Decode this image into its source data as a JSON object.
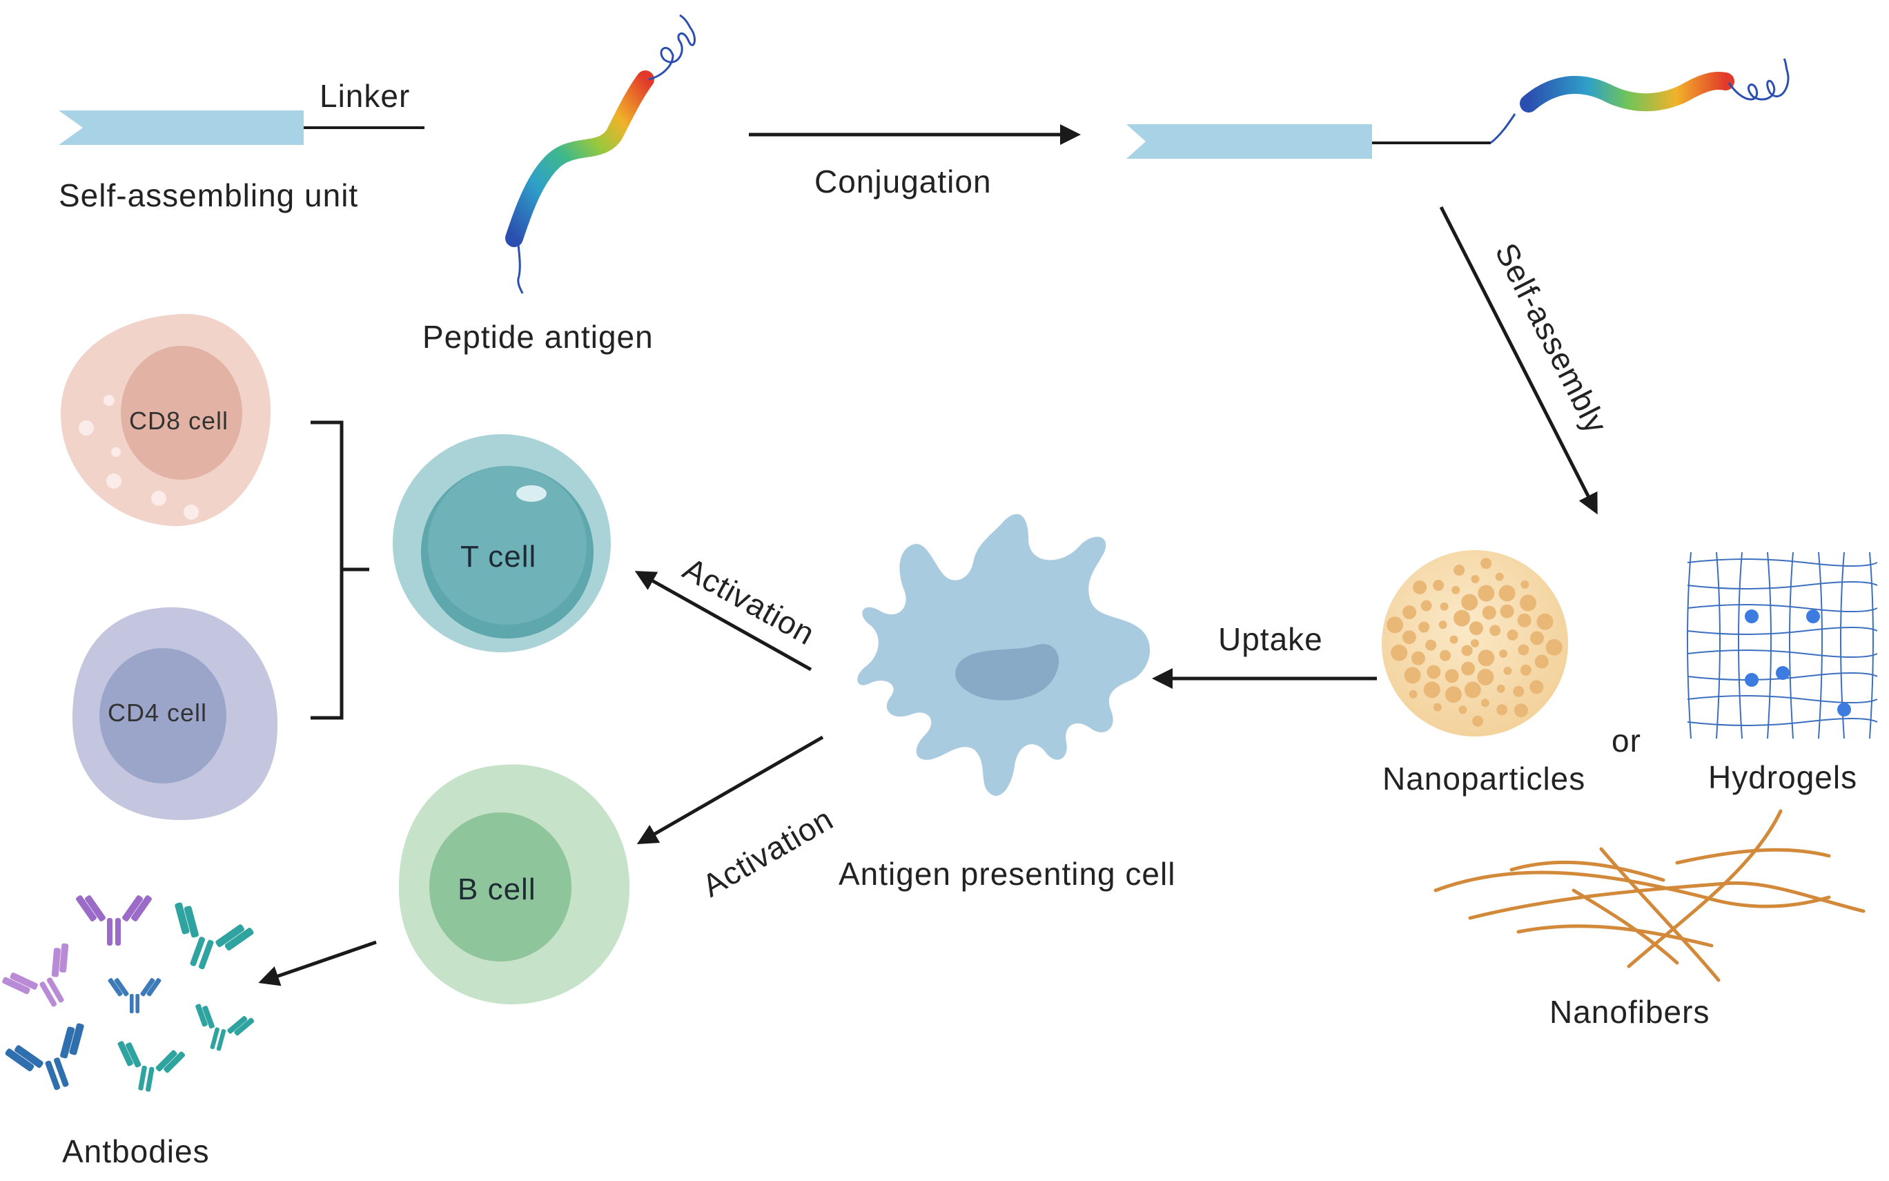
{
  "labels": {
    "linker": "Linker",
    "self_assembling_unit": "Self-assembling unit",
    "peptide_antigen": "Peptide antigen",
    "conjugation": "Conjugation",
    "self_assembly": "Self-assembly",
    "nanoparticles": "Nanoparticles",
    "or": "or",
    "hydrogels": "Hydrogels",
    "nanofibers": "Nanofibers",
    "uptake": "Uptake",
    "antigen_presenting_cell": "Antigen presenting cell",
    "activation_t": "Activation",
    "activation_b": "Activation",
    "t_cell": "T cell",
    "b_cell": "B cell",
    "cd8_cell": "CD8 cell",
    "cd4_cell": "CD4 cell",
    "antibodies": "Antbodies"
  },
  "colors": {
    "self_assembling_unit": "#a8d3e6",
    "t_cell": "#5ea7ad",
    "b_cell": "#8fc59a",
    "cd8_cell": "#f2cfc3",
    "cd4_cell": "#bcc3dd",
    "apc": "#a9cbe0",
    "nanoparticle": "#f8ddb0",
    "nanofiber": "#d28a3a",
    "hydrogel_grid": "#3c6fc0",
    "arrow": "#1a1a1a"
  }
}
